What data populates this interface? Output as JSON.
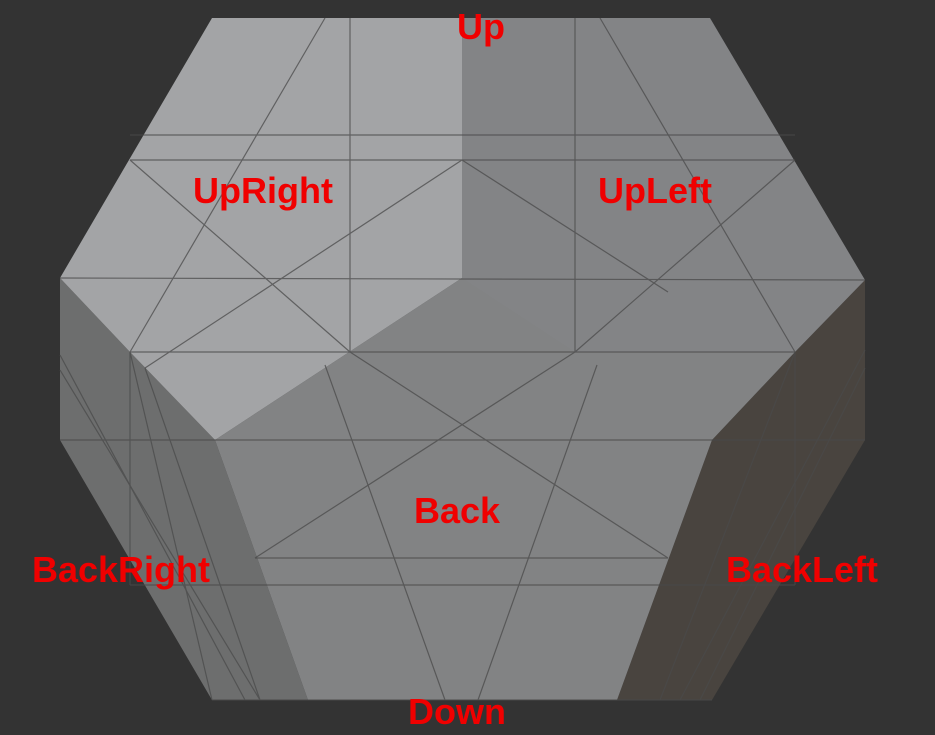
{
  "labels": {
    "up": "Up",
    "up_right": "UpRight",
    "up_left": "UpLeft",
    "back": "Back",
    "back_right": "BackRight",
    "back_left": "BackLeft",
    "down": "Down"
  },
  "colors": {
    "background": "#333333",
    "label": "#f00000",
    "face_up_right": "#a3a4a6",
    "face_up_left": "#838486",
    "face_back": "#828384",
    "face_back_right": "#6d6e6e",
    "face_back_left": "#49443f",
    "edge": "#4a4a4a"
  }
}
